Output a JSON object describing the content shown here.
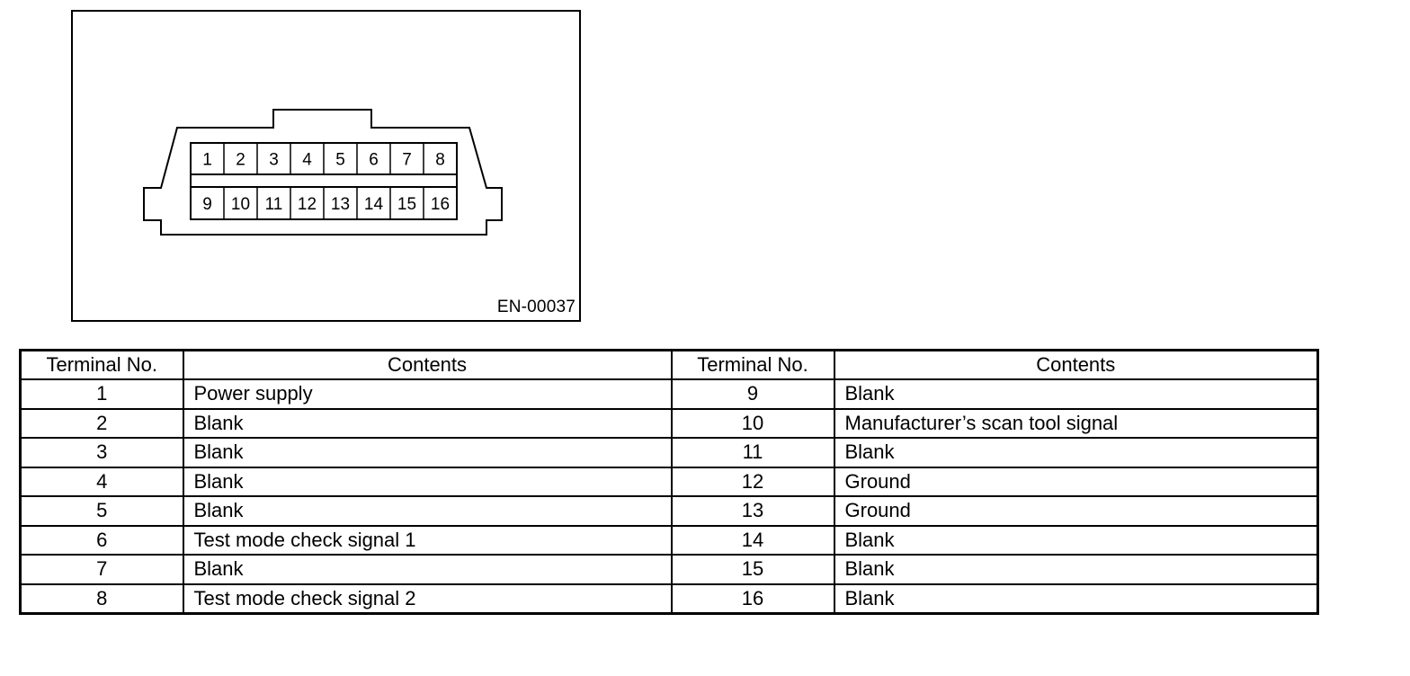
{
  "figure": {
    "code": "EN-00037",
    "connector_pins_top": [
      "1",
      "2",
      "3",
      "4",
      "5",
      "6",
      "7",
      "8"
    ],
    "connector_pins_bottom": [
      "9",
      "10",
      "11",
      "12",
      "13",
      "14",
      "15",
      "16"
    ]
  },
  "table": {
    "headers": [
      "Terminal No.",
      "Contents",
      "Terminal No.",
      "Contents"
    ],
    "rows": [
      {
        "left_no": "1",
        "left_contents": "Power supply",
        "right_no": "9",
        "right_contents": "Blank"
      },
      {
        "left_no": "2",
        "left_contents": "Blank",
        "right_no": "10",
        "right_contents": "Manufacturer’s scan tool signal"
      },
      {
        "left_no": "3",
        "left_contents": "Blank",
        "right_no": "11",
        "right_contents": "Blank"
      },
      {
        "left_no": "4",
        "left_contents": "Blank",
        "right_no": "12",
        "right_contents": "Ground"
      },
      {
        "left_no": "5",
        "left_contents": "Blank",
        "right_no": "13",
        "right_contents": "Ground"
      },
      {
        "left_no": "6",
        "left_contents": "Test mode check signal 1",
        "right_no": "14",
        "right_contents": "Blank"
      },
      {
        "left_no": "7",
        "left_contents": "Blank",
        "right_no": "15",
        "right_contents": "Blank"
      },
      {
        "left_no": "8",
        "left_contents": "Test mode check signal 2",
        "right_no": "16",
        "right_contents": "Blank"
      }
    ]
  }
}
